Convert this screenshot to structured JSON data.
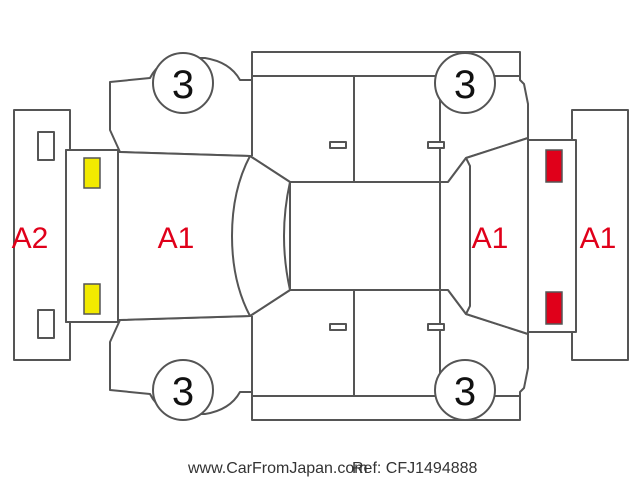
{
  "colors": {
    "label": "#e0001a",
    "outline": "#555555",
    "yellow_marker": "#f2ea00",
    "red_marker": "#e0001a"
  },
  "labels": {
    "rear_bumper": "A2",
    "rear_deck": "A1",
    "windshield_area": "A1",
    "front_bumper": "A1"
  },
  "wheels": {
    "rear_top": "3",
    "front_top": "3",
    "rear_bottom": "3",
    "front_bottom": "3"
  },
  "markers": {
    "rear": "yellow-marker",
    "front": "red-marker"
  },
  "footer": {
    "site": "www.CarFromJapan.com",
    "ref": "Ref: CFJ1494888"
  }
}
